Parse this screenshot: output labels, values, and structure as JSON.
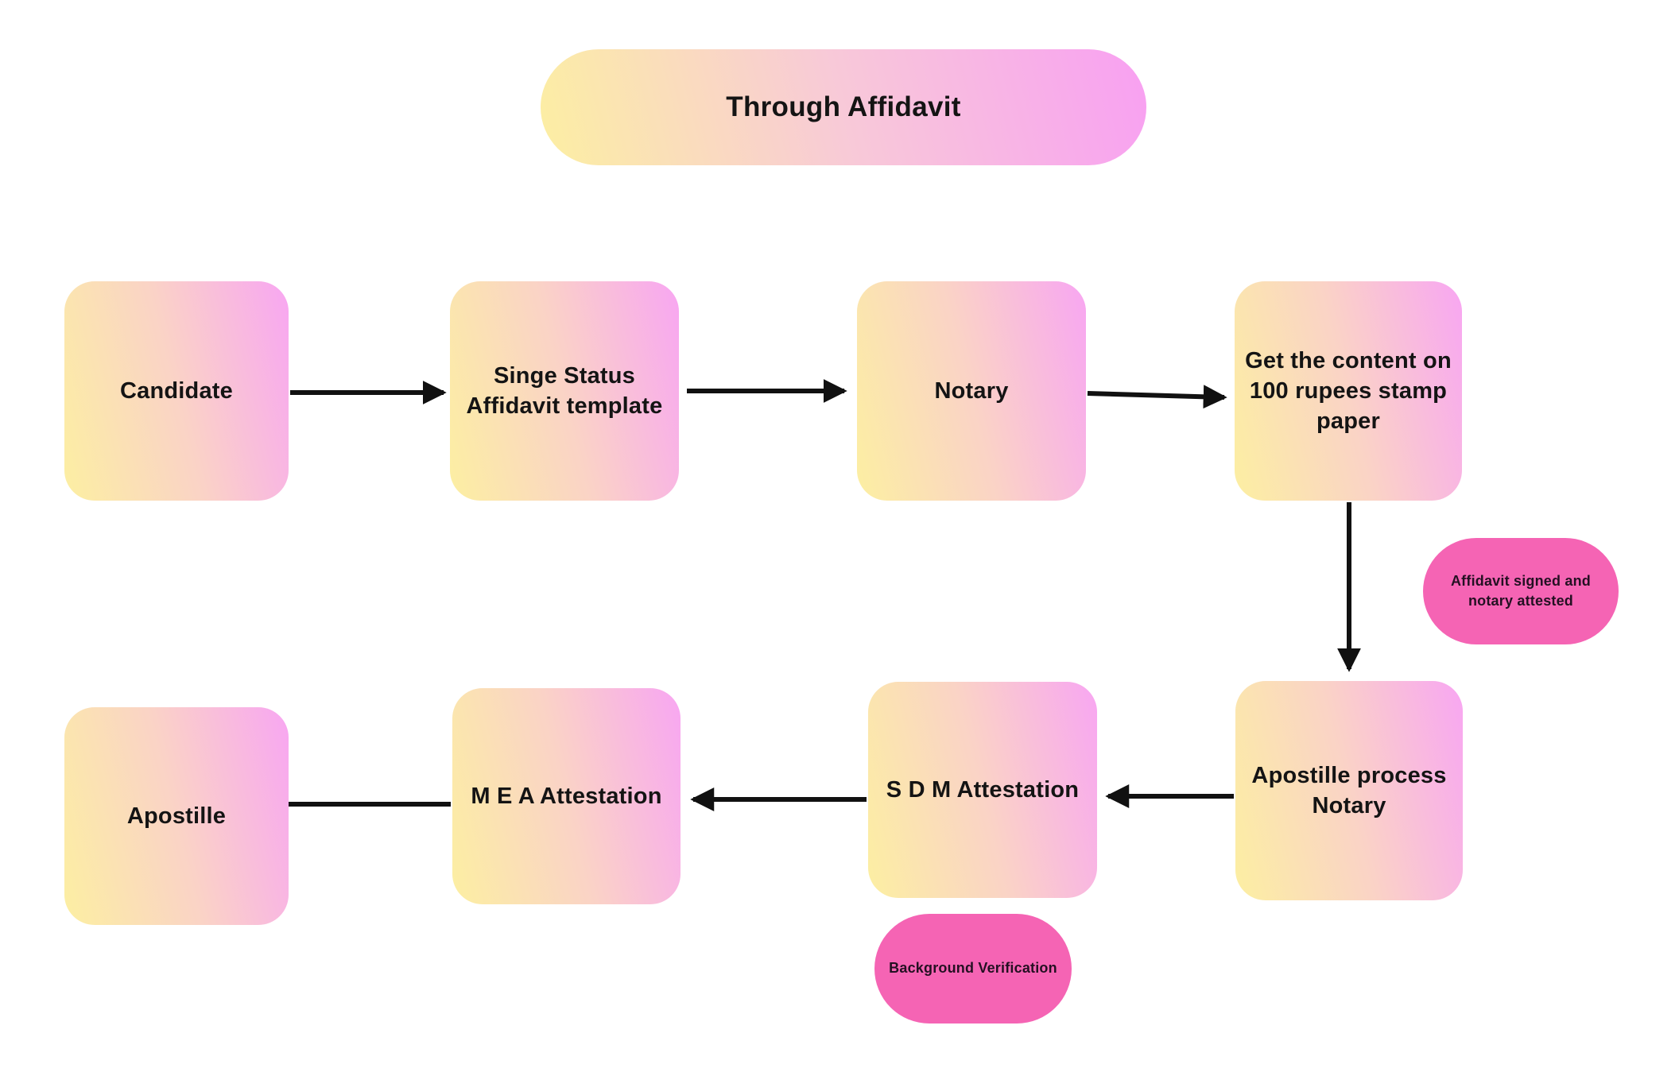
{
  "title": {
    "label": "Through Affidavit"
  },
  "colors": {
    "background": "#ffffff",
    "node_gradient_start": "#fcefa2",
    "node_gradient_mid": "#fad3c6",
    "node_gradient_end": "#f8a6f2",
    "note_pill": "#f564b4",
    "arrow": "#111111",
    "text": "#141414"
  },
  "nodes": [
    {
      "id": "candidate",
      "label": "Candidate"
    },
    {
      "id": "singe-status-affidavit-template",
      "label": "Singe Status\nAffidavit template"
    },
    {
      "id": "notary",
      "label": "Notary"
    },
    {
      "id": "stamp-paper",
      "label": "Get the content on\n100 rupees stamp\npaper"
    },
    {
      "id": "apostille-process-notary",
      "label": "Apostille process\nNotary"
    },
    {
      "id": "sdm-attestation",
      "label": "S D M Attestation"
    },
    {
      "id": "mea-attestation",
      "label": "M E A Attestation"
    },
    {
      "id": "apostille",
      "label": "Apostille"
    }
  ],
  "notes": [
    {
      "id": "affidavit-signed",
      "label": "Affidavit signed and\nnotary attested"
    },
    {
      "id": "background-verification",
      "label": "Background Verification"
    }
  ],
  "edges": [
    {
      "from": "candidate",
      "to": "singe-status-affidavit-template"
    },
    {
      "from": "singe-status-affidavit-template",
      "to": "notary"
    },
    {
      "from": "notary",
      "to": "stamp-paper"
    },
    {
      "from": "stamp-paper",
      "to": "apostille-process-notary"
    },
    {
      "from": "apostille-process-notary",
      "to": "sdm-attestation"
    },
    {
      "from": "sdm-attestation",
      "to": "mea-attestation"
    },
    {
      "from": "mea-attestation",
      "to": "apostille"
    }
  ]
}
